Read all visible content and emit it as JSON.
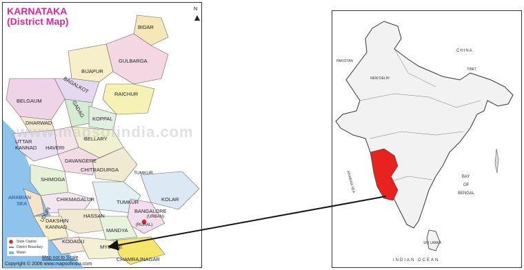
{
  "left_map": {
    "title_line1": "KARNATAKA",
    "title_line2": "(District Map)",
    "north_label": "N",
    "districts": {
      "bidar": "BIDAR",
      "gulbarga": "GULBARGA",
      "bijapur": "BIJAPUR",
      "bagalkot": "BAGALKOT",
      "raichur": "RAICHUR",
      "belgaum": "BELGAUM",
      "gadag": "GADAG",
      "koppal": "KOPPAL",
      "dharwad": "DHARWAD",
      "uttar": "UTTAR",
      "kannad": "KANNAD",
      "haveri": "HAVERI",
      "bellary": "BELLARY",
      "davangere": "DAVANGERE",
      "chitradurga": "CHITRADURGA",
      "tumkur_small": "TUMKUR",
      "shimoga": "SHIMOGA",
      "udupi": "UDUPI",
      "chikmagalur": "CHIKMAGALUR",
      "tumkur": "TUMKUR",
      "kolar": "KOLAR",
      "bangalore": "BANGALORE",
      "urban": "(URBAN)",
      "rural": "(RURAL)",
      "hassan": "HASSAN",
      "dakshin": "DAKSHIN",
      "kannad2": "KANNAD",
      "mandya": "MANDYA",
      "kodagu": "KODAGU",
      "mysore": "MYSORE",
      "chamrajnagar": "CHAMRAJNAGAR"
    },
    "sea_line1": "ARABIAN",
    "sea_line2": "SEA",
    "legend": {
      "state_capital": "State Capital",
      "district_boundary": "District Boundary",
      "water": "Water"
    },
    "scale_note": "Map not to Scale",
    "copyright": "Copyright © 2006  www.mapsofindia.com",
    "watermark": "www.mapsofindia.com"
  },
  "right_map": {
    "labels": {
      "china": "CHINA",
      "pakistan": "PAKISTAN",
      "tibet": "TIBET",
      "new_delhi": "NEW DELHI",
      "bay": "BAY",
      "of": "OF",
      "bengal": "BENGAL",
      "sri_lanka": "SRI LANKA",
      "arabian_sea": "ARABIAN SEA"
    },
    "ocean": "INDIAN  OCEAN"
  },
  "colors": {
    "title": "#e0249a",
    "highlight": "#e8231f",
    "sea": "#7ab8e8",
    "arrow": "#111111"
  }
}
